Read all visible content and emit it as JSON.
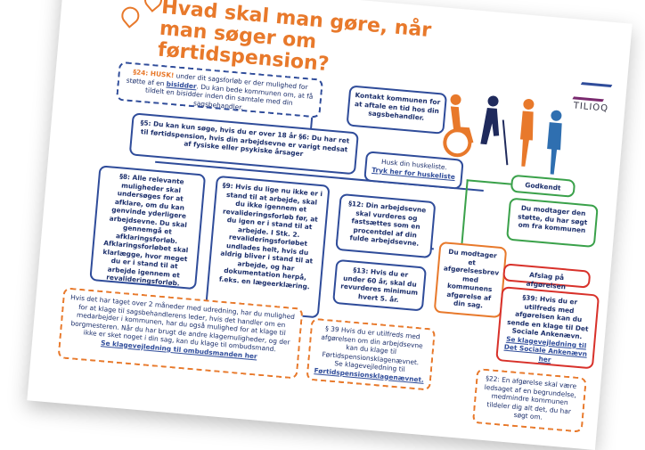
{
  "title": "Hvad skal man gøre, når man søger om førtidspension?",
  "logo_text": "TILIOQ",
  "s24": {
    "prefix": "§24: HUSK!",
    "text": "under dit sagsforløb er der mulighed for støtte af en",
    "link": "bisidder",
    "rest": ". Du kan bede kommunen om, at få tildelt en bisidder inden din samtale med din sagsbehandler."
  },
  "kontakt": "Kontakt kommunen for at aftale en tid hos din sagsbehandler.",
  "s5s6": "§5: Du kan kun søge, hvis du er over 18 år §6: Du har ret til førtidspension, hvis din arbejdsevne er varigt nedsat af fysiske eller psykiske årsager",
  "huskeliste": {
    "text": "Husk din huskeliste.",
    "link": "Tryk her for huskeliste"
  },
  "s8": "§8: Alle relevante muligheder skal undersøges for at afklare, om du kan genvinde yderligere arbejdsevne. Du skal gennemgå et afklaringsforløb. Afklaringsforløbet skal klarlægge, hvor meget du er i stand til at arbejde igennem et revalideringsforløb.",
  "s9": "§9: Hvis du lige nu ikke er i stand til at arbejde, skal du ikke igennem et revalideringsforløb før, at du igen er i stand til at arbejde. I Stk. 2. revalideringsforløbet undlades helt, hvis du aldrig bliver i stand til at arbejde, og har dokumentation herpå, f.eks. en lægeerklæring.",
  "s12": "§12: Din arbejdsevne skal vurderes og fastsættes som en procentdel af din fulde arbejdsevne.",
  "s13": "§13: Hvis du er under 60 år, skal du revurderes minimum hvert 5. år.",
  "afgoerelse": "Du modtager et afgørelsesbrev med kommunens afgørelse af din sag.",
  "godkendt": {
    "label": "Godkendt",
    "text": "Du modtager den støtte, du har søgt om fra kommunen"
  },
  "afslag": {
    "label": "Afslag på afgørelsen",
    "text": "§39: Hvis du er utilfreds med afgørelsen kan du sende en klage til Det Sociale Ankenævn.",
    "link": "Se klagevejledning til Det Sociale Ankenævn her"
  },
  "klage_left": {
    "text": "Hvis det har taget over 2 måneder med udredning, har du mulighed for at klage til sagsbehandlerens leder, hvis det handler om en medarbejder i kommunen, har du også mulighed for at klage til borgmesteren. Når du har brugt de andre klagemuligheder, og der ikke er sket noget i din sag, kan du klage til ombudsmand.",
    "link": "Se klagevejledning til ombudsmanden her"
  },
  "klage_mid": {
    "text": "§ 39 Hvis du er utilfreds med afgørelsen om din arbejdsevne kan du klage til Førtidspensionsklagenævnet.",
    "sub": "Se klagevejledning til",
    "link": "Førtidspensionsklagenævnet."
  },
  "s22": "§22: En afgørelse skal være ledsaget af en begrundelse, medmindre kommunen tildeler dig alt det, du har søgt om.",
  "colors": {
    "accent_orange": "#e8792b",
    "navy": "#2f4c9a",
    "green": "#3aa14a",
    "red": "#d8312a"
  }
}
